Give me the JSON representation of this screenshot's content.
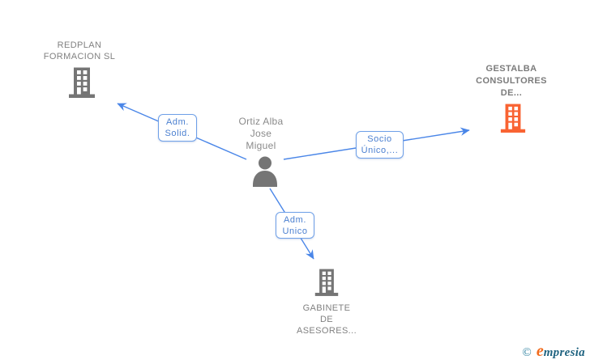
{
  "colors": {
    "line_blue": "#4a86e8",
    "label_border": "#6fa0e8",
    "label_text": "#4a7fd0",
    "gray_text": "#818181",
    "building_gray": "#757575",
    "building_orange": "#f96332",
    "brand_orange": "#f26c1e",
    "brand_teal": "#1f6380"
  },
  "person": {
    "name_lines": [
      "Ortiz Alba",
      "Jose",
      "Miguel"
    ]
  },
  "companies": [
    {
      "id": "redplan",
      "lines": [
        "REDPLAN",
        "FORMACION SL"
      ]
    },
    {
      "id": "gestalba",
      "lines": [
        "GESTALBA",
        "CONSULTORES",
        "DE..."
      ]
    },
    {
      "id": "gabinete",
      "lines": [
        "GABINETE",
        "DE",
        "ASESORES..."
      ]
    }
  ],
  "relations": [
    {
      "id": "adm-solid",
      "lines": [
        "Adm.",
        "Solid."
      ],
      "target": "redplan"
    },
    {
      "id": "socio-unico",
      "lines": [
        "Socio",
        "Único,..."
      ],
      "target": "gestalba"
    },
    {
      "id": "adm-unico",
      "lines": [
        "Adm.",
        "Unico"
      ],
      "target": "gabinete"
    }
  ],
  "footer": {
    "copyright_symbol": "©",
    "brand_initial": "e",
    "brand_rest": "mpresia"
  }
}
